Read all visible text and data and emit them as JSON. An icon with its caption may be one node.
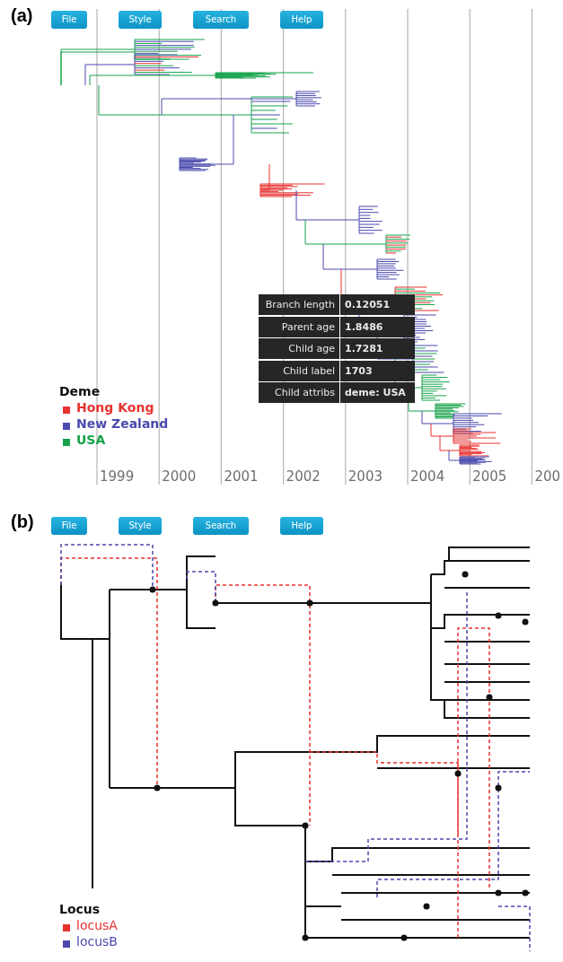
{
  "diagram": {
    "labels": [
      "(a)",
      "File",
      "Style",
      "Search",
      "Help",
      "Branch length",
      "0.12051",
      "Parent age",
      "1.8486",
      "Child age",
      "1.7281",
      "Child label",
      "1703",
      "Deme",
      "Child attribs",
      "deme: USA",
      "1999",
      "2000",
      "2001",
      "2002",
      "2003",
      "2004",
      "2005",
      "200",
      "(b)",
      "File",
      "Style",
      "Search",
      "Help",
      "Locus"
    ],
    "legend": [
      {
        "text": "Hong Kong",
        "color": "#e8312f"
      },
      {
        "text": "New Zealand",
        "color": "#4a4aae"
      },
      {
        "text": "USA",
        "color": "#16a34a"
      },
      {
        "text": "locusA",
        "color": "#e8312f"
      },
      {
        "text": "locusB",
        "color": "#4a4aae"
      }
    ]
  }
}
